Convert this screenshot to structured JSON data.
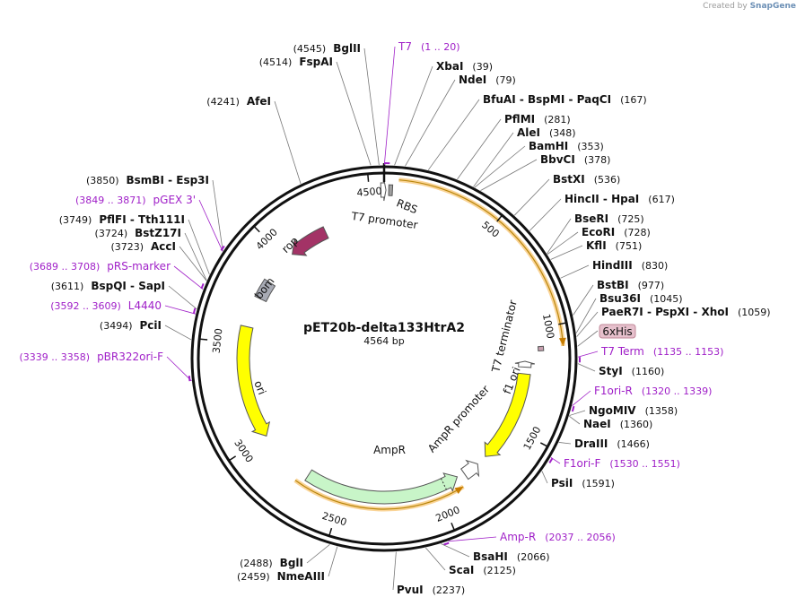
{
  "credit": {
    "prefix": "Created by",
    "brand": "SnapGene"
  },
  "plasmid": {
    "name": "pET20b-delta133HtrA2",
    "length_bp": 4564,
    "length_label": "4564 bp"
  },
  "ticks": [
    "500",
    "1000",
    "1500",
    "2000",
    "2500",
    "3000",
    "3500",
    "4000",
    "4500"
  ],
  "features": [
    {
      "label": "T7 promoter",
      "start": 4563,
      "end": 4580,
      "shape": "box",
      "color": "#ffffff"
    },
    {
      "label": "RBS",
      "start": 4590,
      "end": 4596,
      "shape": "box",
      "color": "#a0a0a0"
    },
    {
      "label": "T7 terminator",
      "start": 1160,
      "end": 1180,
      "shape": "arrow",
      "color": "#ffffff"
    },
    {
      "label": "f1 ori",
      "start": 1220,
      "end": 1700,
      "shape": "arrow",
      "color": "#ffff00"
    },
    {
      "label": "AmpR promoter",
      "start": 1750,
      "end": 1850,
      "shape": "arrow",
      "color": "#ffffff"
    },
    {
      "label": "AmpR",
      "start": 1880,
      "end": 2700,
      "shape": "arrow",
      "color": "#c8f5c8"
    },
    {
      "label": "ori",
      "start": 3000,
      "end": 3589,
      "shape": "arrow",
      "color": "#ffff00"
    },
    {
      "label": "bom",
      "start": 3750,
      "end": 3850,
      "shape": "box",
      "color": "#a8abb5"
    },
    {
      "label": "rop",
      "start": 4050,
      "end": 4250,
      "shape": "arrow",
      "color": "#a33366"
    },
    {
      "label": "6xHis",
      "start": 1090,
      "end": 1107,
      "shape": "box",
      "color": "#c8a0b0"
    }
  ],
  "enzymes": [
    {
      "name": "BglII",
      "pos": "(4545)"
    },
    {
      "name": "FspAI",
      "pos": "(4514)"
    },
    {
      "name": "XbaI",
      "pos": "(39)"
    },
    {
      "name": "NdeI",
      "pos": "(79)"
    },
    {
      "name": "BfuAI - BspMI - PaqCI",
      "pos": "(167)"
    },
    {
      "name": "PflMI",
      "pos": "(281)"
    },
    {
      "name": "AleI",
      "pos": "(348)"
    },
    {
      "name": "BamHI",
      "pos": "(353)"
    },
    {
      "name": "BbvCI",
      "pos": "(378)"
    },
    {
      "name": "BstXI",
      "pos": "(536)"
    },
    {
      "name": "HincII - HpaI",
      "pos": "(617)"
    },
    {
      "name": "BseRI",
      "pos": "(725)"
    },
    {
      "name": "EcoRI",
      "pos": "(728)"
    },
    {
      "name": "KflI",
      "pos": "(751)"
    },
    {
      "name": "HindIII",
      "pos": "(830)"
    },
    {
      "name": "BstBI",
      "pos": "(977)"
    },
    {
      "name": "Bsu36I",
      "pos": "(1045)"
    },
    {
      "name": "PaeR7I - PspXI - XhoI",
      "pos": "(1059)"
    },
    {
      "name": "StyI",
      "pos": "(1160)"
    },
    {
      "name": "NgoMIV",
      "pos": "(1358)"
    },
    {
      "name": "NaeI",
      "pos": "(1360)"
    },
    {
      "name": "DraIII",
      "pos": "(1466)"
    },
    {
      "name": "PsiI",
      "pos": "(1591)"
    },
    {
      "name": "BsaHI",
      "pos": "(2066)"
    },
    {
      "name": "ScaI",
      "pos": "(2125)"
    },
    {
      "name": "PvuI",
      "pos": "(2237)"
    },
    {
      "name": "NmeAIII",
      "pos": "(2459)"
    },
    {
      "name": "BglI",
      "pos": "(2488)"
    },
    {
      "name": "PciI",
      "pos": "(3494)"
    },
    {
      "name": "BspQI - SapI",
      "pos": "(3611)"
    },
    {
      "name": "AccI",
      "pos": "(3723)"
    },
    {
      "name": "BstZ17I",
      "pos": "(3724)"
    },
    {
      "name": "PflFI - Tth111I",
      "pos": "(3749)"
    },
    {
      "name": "BsmBI - Esp3I",
      "pos": "(3850)"
    },
    {
      "name": "AfeI",
      "pos": "(4241)"
    }
  ],
  "primers": [
    {
      "name": "T7",
      "range": "(1 .. 20)"
    },
    {
      "name": "T7 Term",
      "range": "(1135 .. 1153)"
    },
    {
      "name": "F1ori-R",
      "range": "(1320 .. 1339)"
    },
    {
      "name": "F1ori-F",
      "range": "(1530 .. 1551)"
    },
    {
      "name": "Amp-R",
      "range": "(2037 .. 2056)"
    },
    {
      "name": "pBR322ori-F",
      "range": "(3339 .. 3358)"
    },
    {
      "name": "L4440",
      "range": "(3592 .. 3609)"
    },
    {
      "name": "pRS-marker",
      "range": "(3689 .. 3708)"
    },
    {
      "name": "pGEX 3'",
      "range": "(3849 .. 3871)"
    }
  ],
  "colors": {
    "backbone": "#111111",
    "primer": "#a020c8",
    "orf_highlight": "#f5b041"
  }
}
